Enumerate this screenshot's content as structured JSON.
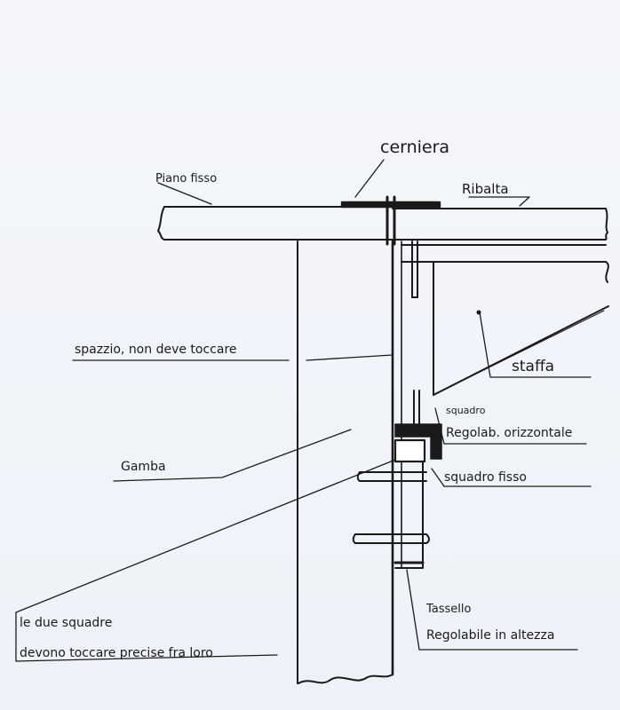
{
  "labels": {
    "cerniera": "cerniera",
    "piano_fisso": "Piano fisso",
    "ribalta": "Ribalta",
    "spazzio": "spazzio, non deve toccare",
    "staffa": "staffa",
    "squadro_top": "squadro",
    "regol_orizz": "Regolab. orizzontale",
    "gamba": "Gamba",
    "squadro_fisso": "squadro fisso",
    "le_due_line1": "le due squadre",
    "le_due_line2": "devono toccare precise fra loro",
    "tassello": "Tassello",
    "regolabile_altezza": "Regolabile in altezza"
  },
  "colors": {
    "ink": "#1a1a1a",
    "paper": "#f2f5fa"
  }
}
